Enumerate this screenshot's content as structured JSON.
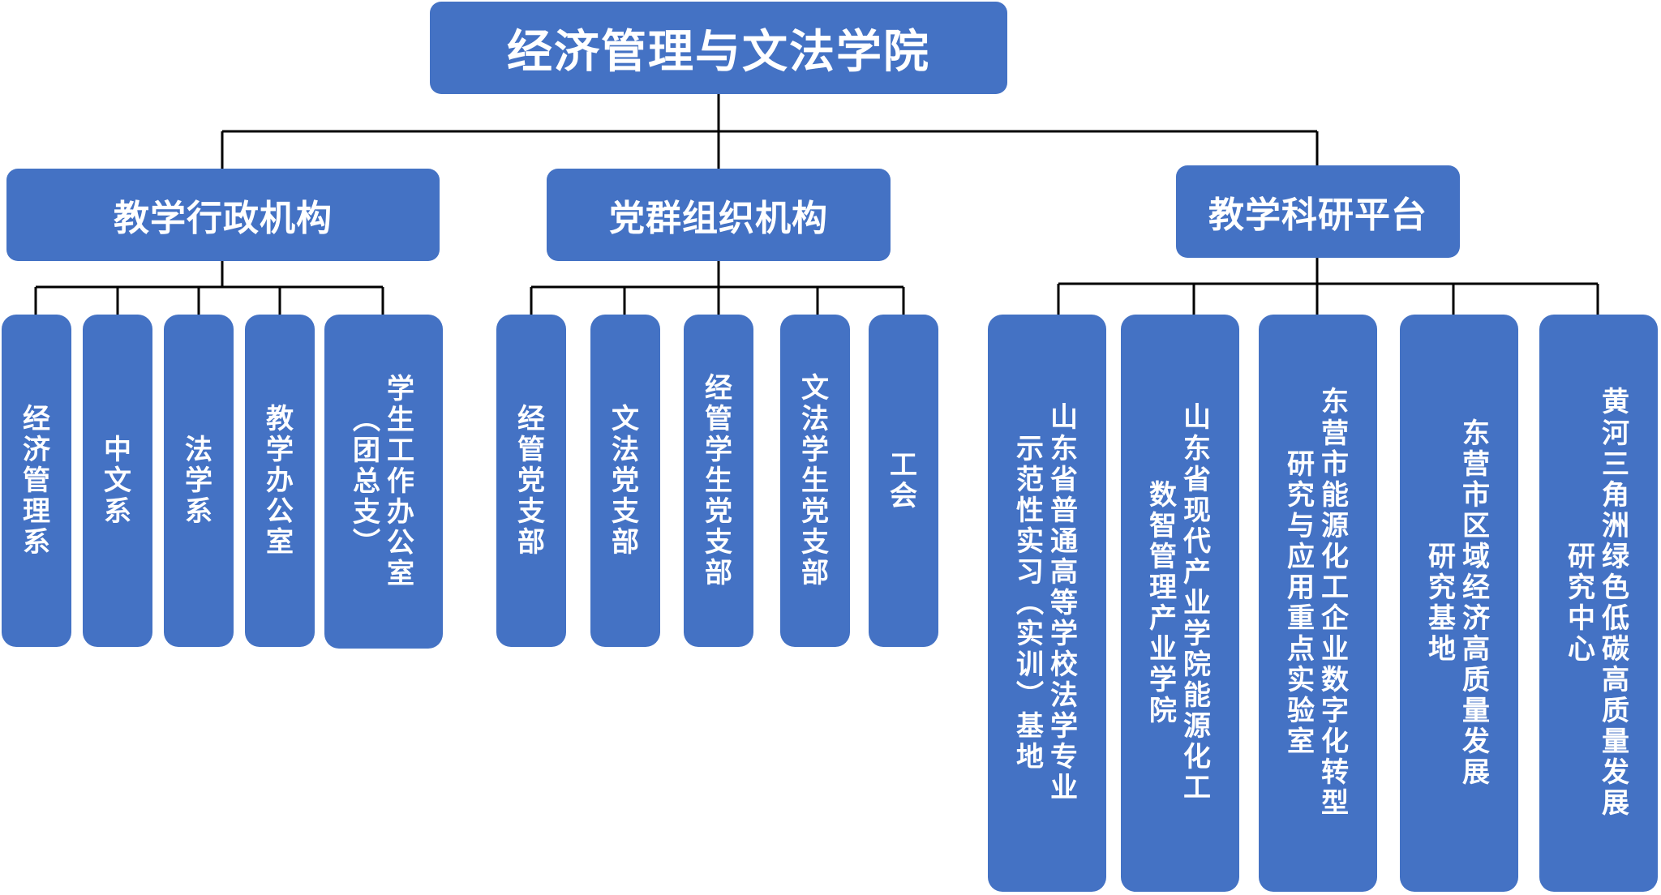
{
  "root": "经济管理与文法学院",
  "categories": [
    {
      "label": "教学行政机构",
      "children": [
        [
          "经济管理系"
        ],
        [
          "中文系"
        ],
        [
          "法学系"
        ],
        [
          "教学办公室"
        ],
        [
          "学生工作办公室",
          "（团总支）"
        ]
      ]
    },
    {
      "label": "党群组织机构",
      "children": [
        [
          "经管党支部"
        ],
        [
          "文法党支部"
        ],
        [
          "经管学生党支部"
        ],
        [
          "文法学生党支部"
        ],
        [
          "工会"
        ]
      ]
    },
    {
      "label": "教学科研平台",
      "children": [
        [
          "山东省普通高等学校法学专业",
          "示范性实习（实训）基地"
        ],
        [
          "山东省现代产业学院能源化工",
          "数智管理产业学院"
        ],
        [
          "东营市能源化工企业数字化转型",
          "研究与应用重点实验室"
        ],
        [
          "东营市区域经济高质量发展",
          "研究基地"
        ],
        [
          "黄河三角洲绿色低碳高质量发展",
          "研究中心"
        ]
      ]
    }
  ]
}
